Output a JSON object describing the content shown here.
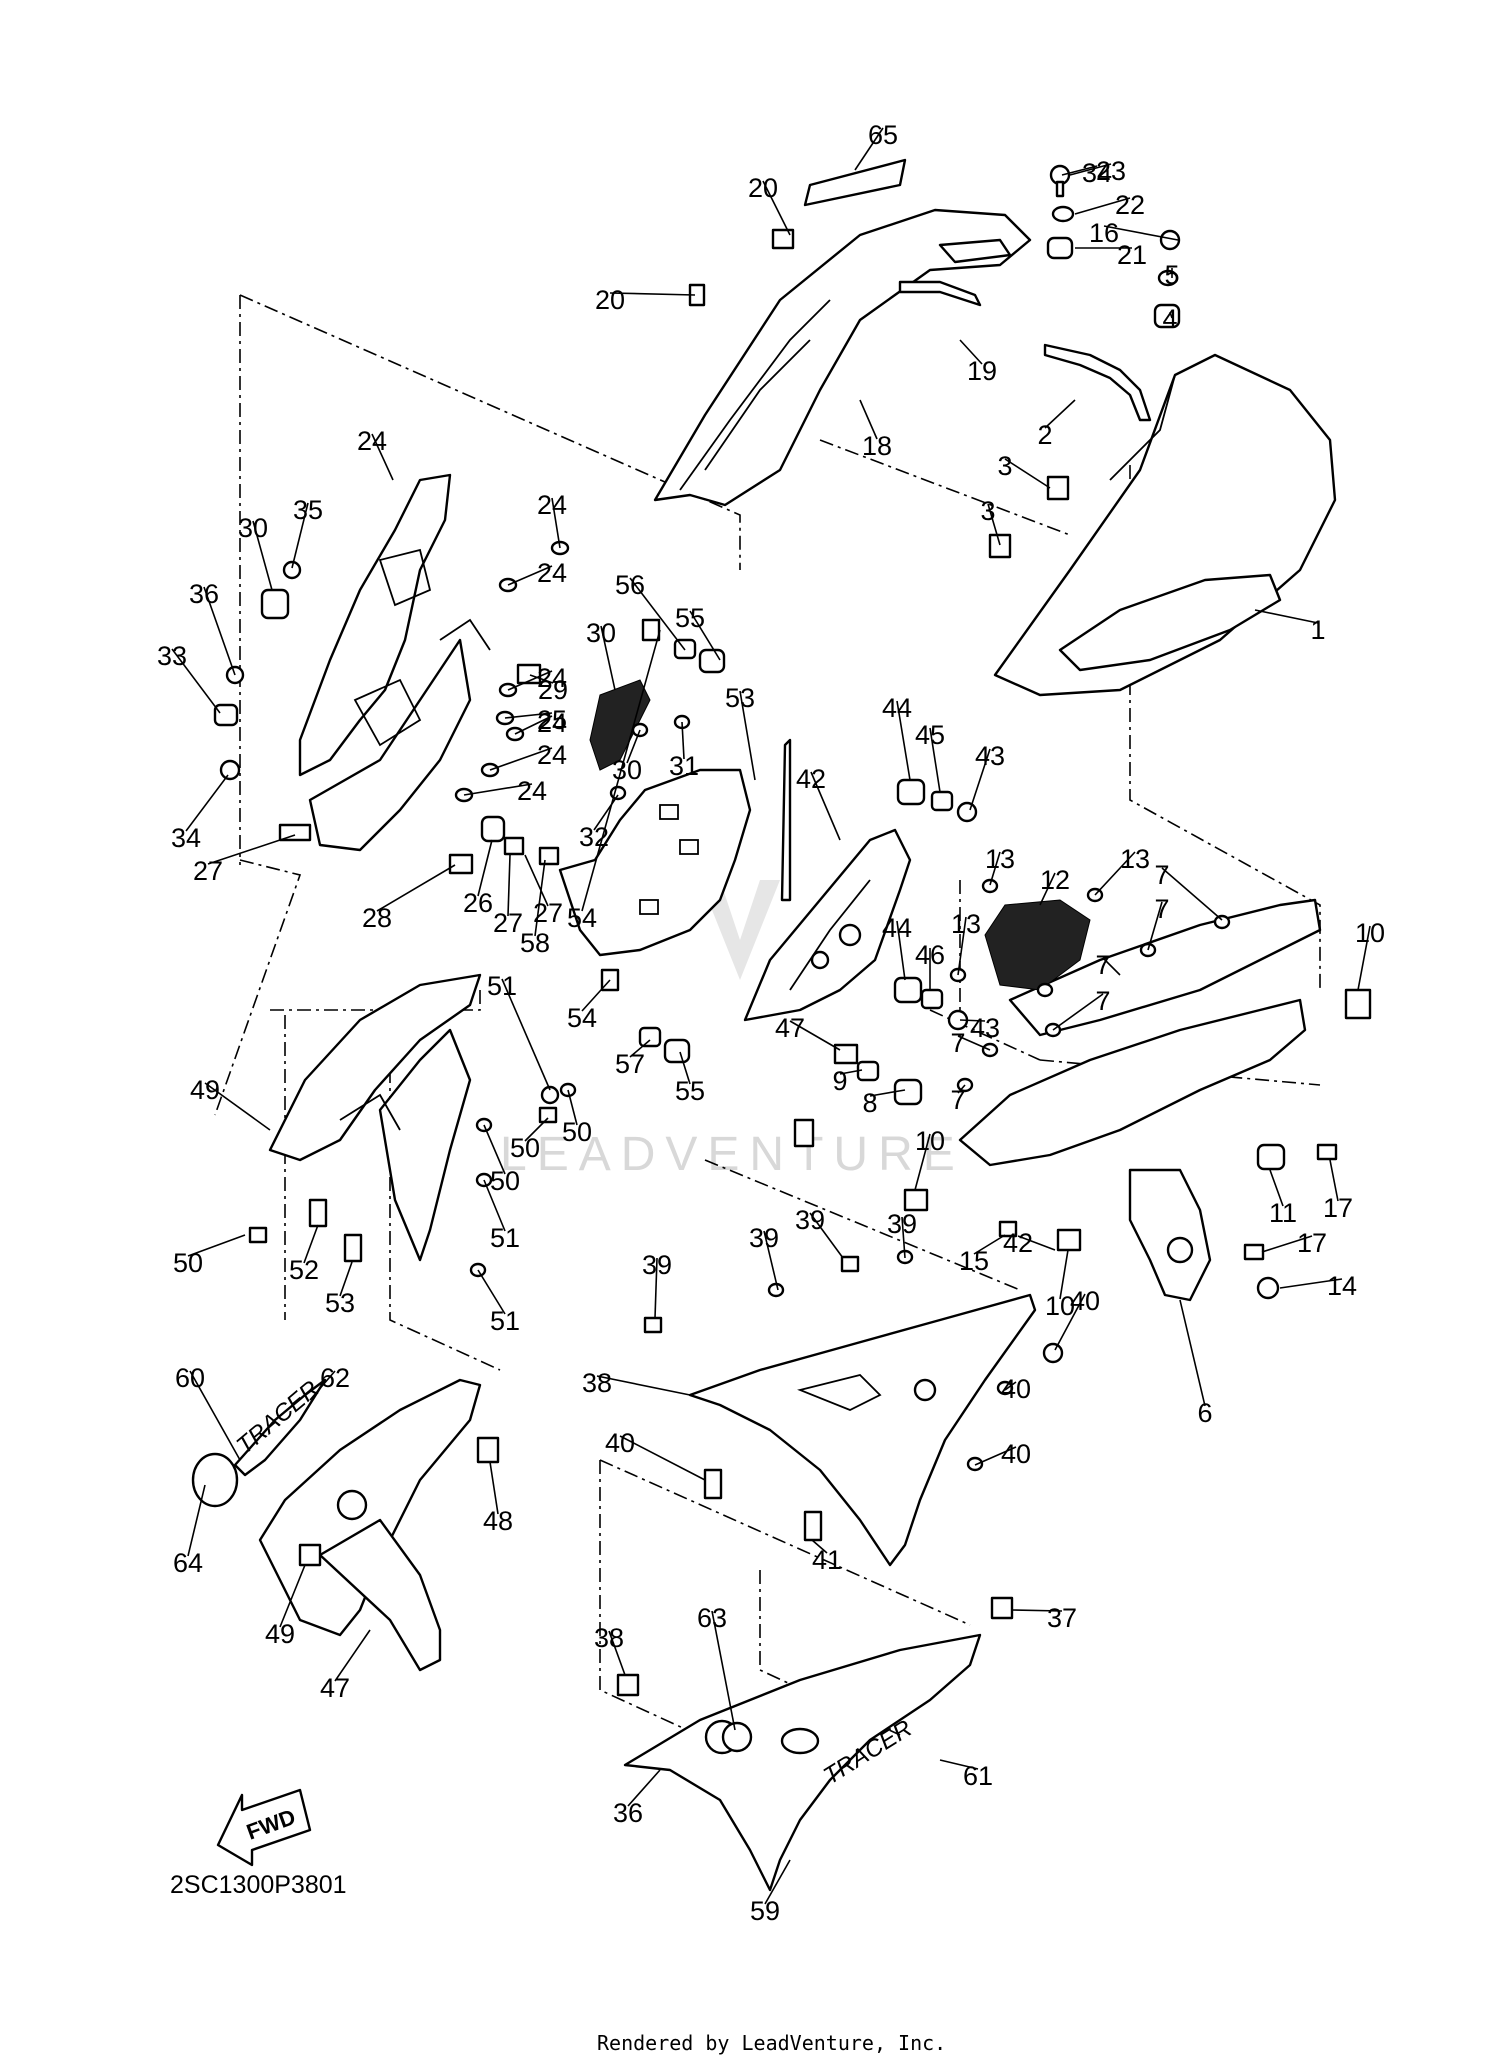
{
  "diagram": {
    "code": "2SC1300P3801",
    "footer": "Rendered by LeadVenture, Inc.",
    "watermark": "LEADVENTURE",
    "direction_label": "FWD",
    "decal_text": "TRACER",
    "callouts": [
      "1",
      "2",
      "3",
      "3",
      "4",
      "5",
      "6",
      "7",
      "7",
      "7",
      "7",
      "7",
      "7",
      "8",
      "9",
      "10",
      "10",
      "10",
      "11",
      "12",
      "13",
      "13",
      "13",
      "14",
      "15",
      "16",
      "17",
      "17",
      "18",
      "19",
      "20",
      "20",
      "21",
      "22",
      "23",
      "24",
      "24",
      "24",
      "24",
      "24",
      "24",
      "24",
      "25",
      "26",
      "27",
      "27",
      "27",
      "28",
      "29",
      "30",
      "30",
      "30",
      "31",
      "32",
      "33",
      "34",
      "34",
      "35",
      "36",
      "36",
      "37",
      "38",
      "38",
      "39",
      "39",
      "39",
      "39",
      "40",
      "40",
      "40",
      "40",
      "41",
      "42",
      "42",
      "43",
      "43",
      "44",
      "44",
      "45",
      "46",
      "47",
      "47",
      "48",
      "49",
      "49",
      "50",
      "50",
      "50",
      "50",
      "51",
      "51",
      "51",
      "52",
      "53",
      "53",
      "54",
      "54",
      "55",
      "55",
      "56",
      "57",
      "58",
      "59",
      "60",
      "61",
      "62",
      "63",
      "64",
      "65"
    ]
  }
}
